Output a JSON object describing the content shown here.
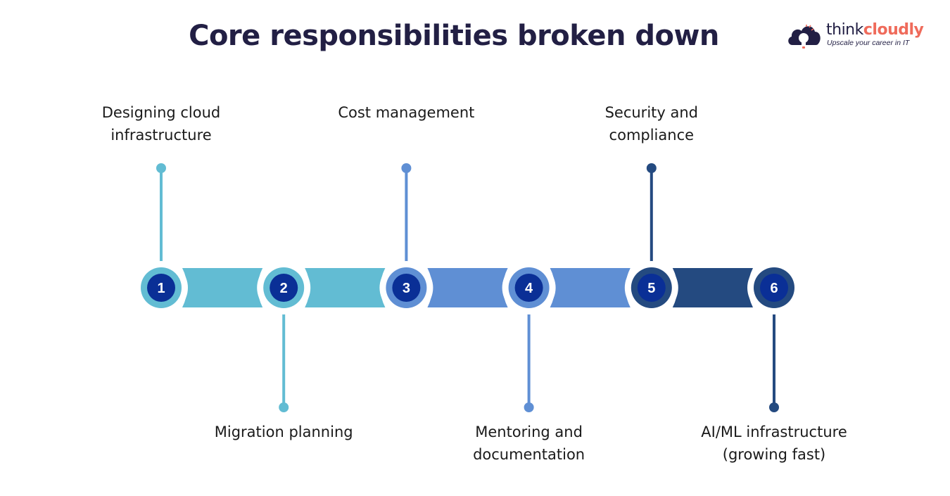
{
  "title": "Core responsibilities broken down",
  "logo": {
    "word_part1": "think",
    "word_part2": "cloudly",
    "tagline": "Upscale your career in IT",
    "icon": "cloud-lightbulb-icon",
    "colors": {
      "dark": "#221f44",
      "accent": "#ef6b5b"
    }
  },
  "colors": {
    "light": "#62bcd3",
    "mid": "#5f8fd4",
    "dark": "#244a80",
    "node_inner": "#0a2f96",
    "title": "#221f44"
  },
  "steps": [
    {
      "number": "1",
      "label_line1": "Designing cloud",
      "label_line2": "infrastructure",
      "position": "top",
      "color": "light"
    },
    {
      "number": "2",
      "label_line1": "Migration planning",
      "label_line2": "",
      "position": "bottom",
      "color": "light"
    },
    {
      "number": "3",
      "label_line1": "Cost management",
      "label_line2": "",
      "position": "top",
      "color": "mid"
    },
    {
      "number": "4",
      "label_line1": "Mentoring and",
      "label_line2": "documentation",
      "position": "bottom",
      "color": "mid"
    },
    {
      "number": "5",
      "label_line1": "Security and",
      "label_line2": "compliance",
      "position": "top",
      "color": "dark"
    },
    {
      "number": "6",
      "label_line1": "AI/ML infrastructure",
      "label_line2": "(growing fast)",
      "position": "bottom",
      "color": "dark"
    }
  ]
}
